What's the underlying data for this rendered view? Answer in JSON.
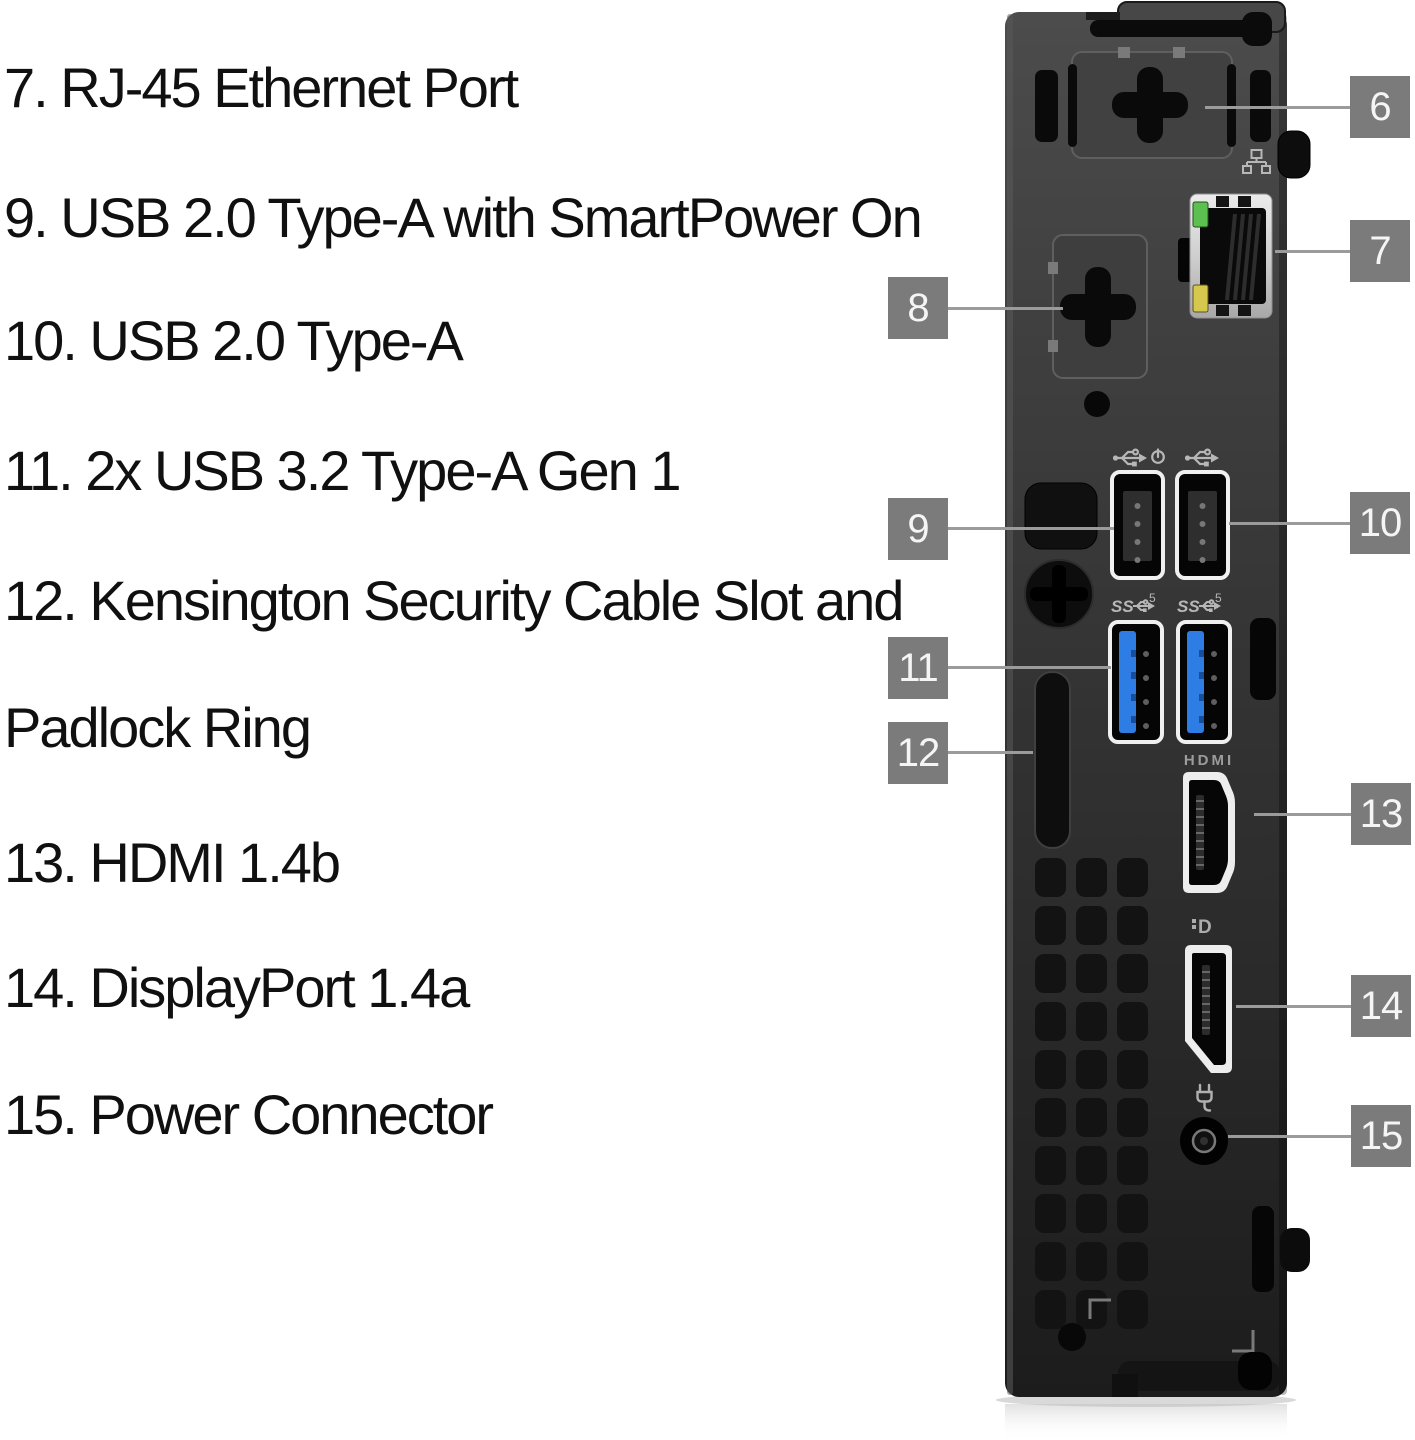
{
  "legend": {
    "items": [
      {
        "label": "7. RJ-45 Ethernet Port"
      },
      {
        "label": "9. USB 2.0 Type-A with SmartPower On"
      },
      {
        "label": "10. USB 2.0 Type-A"
      },
      {
        "label": "11. 2x USB 3.2 Type-A Gen 1"
      },
      {
        "label": "12. Kensington Security Cable Slot and"
      },
      {
        "label": "Padlock Ring"
      },
      {
        "label": "13. HDMI 1.4b"
      },
      {
        "label": "14. DisplayPort 1.4a"
      },
      {
        "label": "15. Power Connector"
      }
    ]
  },
  "callouts": [
    {
      "number": "6",
      "target": "antenna-knockout-top"
    },
    {
      "number": "7",
      "target": "rj45-ethernet-port"
    },
    {
      "number": "8",
      "target": "expansion-port-knockout"
    },
    {
      "number": "9",
      "target": "usb2-smartpower-port"
    },
    {
      "number": "10",
      "target": "usb2-port"
    },
    {
      "number": "11",
      "target": "usb32-gen1-ports"
    },
    {
      "number": "12",
      "target": "kensington-slot-padlock-ring"
    },
    {
      "number": "13",
      "target": "hdmi-port"
    },
    {
      "number": "14",
      "target": "displayport"
    },
    {
      "number": "15",
      "target": "power-connector"
    }
  ],
  "device": {
    "markings": {
      "hdmi": "HDMI",
      "superspeed_prefix": "SS",
      "usb3_speed": "5",
      "displayport_letter": "D"
    },
    "icons": [
      "ethernet-icon",
      "usb-icon",
      "smartpower-icon",
      "superspeed-usb-icon",
      "displayport-icon",
      "power-plug-icon"
    ],
    "colors": {
      "chassis_dark": "#2e2e2e",
      "callout_box": "#7b7b7b",
      "leader_line": "#9b9b9b",
      "usb3_blue": "#2e7de4",
      "led_green": "#5bc04f",
      "led_yellow": "#d6c74e",
      "port_outline": "#f0f0f0"
    }
  }
}
